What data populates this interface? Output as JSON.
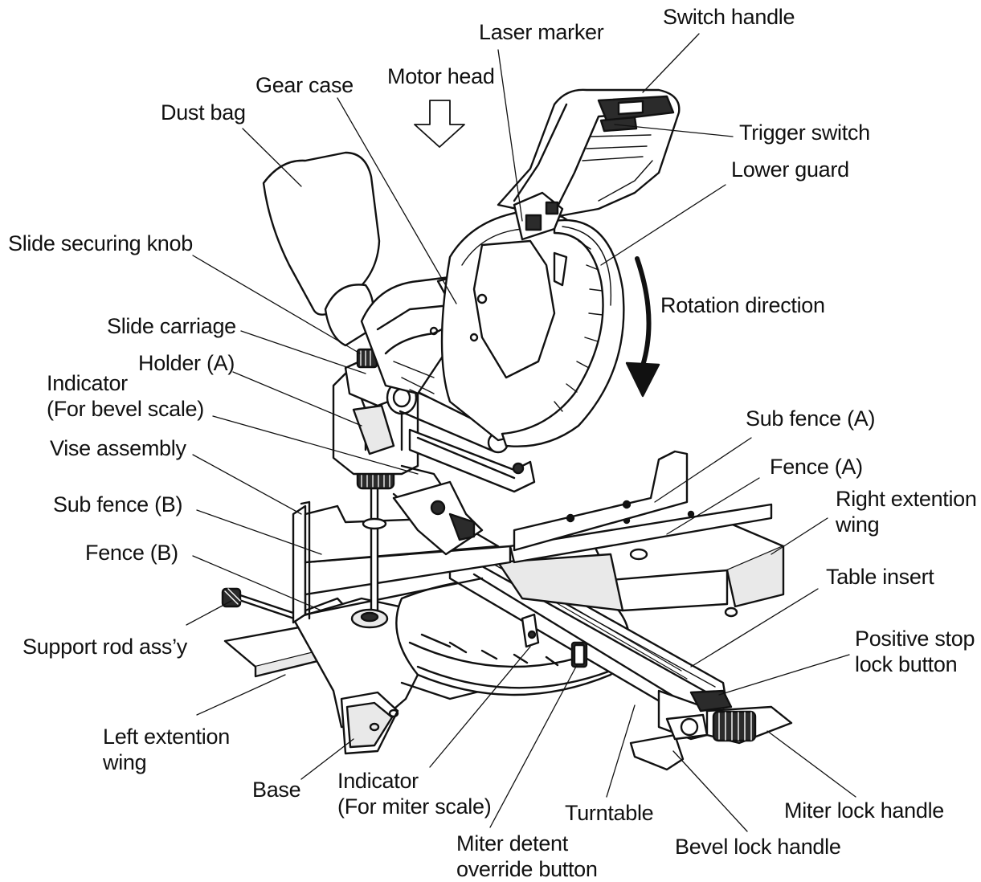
{
  "labels": {
    "switch_handle": "Switch handle",
    "laser_marker": "Laser marker",
    "motor_head": "Motor head",
    "gear_case": "Gear case",
    "dust_bag": "Dust bag",
    "trigger_switch": "Trigger switch",
    "lower_guard": "Lower guard",
    "slide_securing_knob": "Slide securing knob",
    "rotation_direction": "Rotation direction",
    "slide_carriage": "Slide carriage",
    "holder_a": "Holder (A)",
    "indicator_bevel_line1": "Indicator",
    "indicator_bevel_line2": "(For bevel scale)",
    "sub_fence_a": "Sub fence (A)",
    "vise_assembly": "Vise assembly",
    "fence_a": "Fence (A)",
    "sub_fence_b": "Sub fence (B)",
    "right_wing_line1": "Right extention",
    "right_wing_line2": "wing",
    "fence_b": "Fence (B)",
    "table_insert": "Table insert",
    "support_rod": "Support rod ass’y",
    "positive_stop_line1": "Positive stop",
    "positive_stop_line2": "lock button",
    "left_wing_line1": "Left extention",
    "left_wing_line2": "wing",
    "base": "Base",
    "indicator_miter_line1": "Indicator",
    "indicator_miter_line2": "(For miter scale)",
    "turntable": "Turntable",
    "miter_lock_handle": "Miter lock handle",
    "miter_detent_line1": "Miter detent",
    "miter_detent_line2": "override button",
    "bevel_lock_handle": "Bevel lock handle"
  },
  "colors": {
    "ink": "#111111",
    "paper": "#ffffff",
    "shade": "#e9e9e9",
    "dark": "#2b2b2b"
  }
}
